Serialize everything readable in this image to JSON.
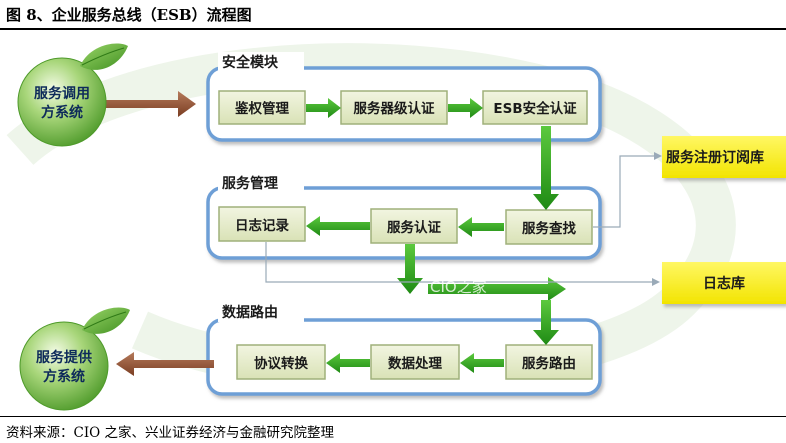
{
  "header": {
    "title": "图 8、企业服务总线（ESB）流程图"
  },
  "footer": {
    "source": "资料来源：CIO 之家、兴业证券经济与金融研究院整理"
  },
  "sections": {
    "security": {
      "label": "安全模块"
    },
    "service_mgmt": {
      "label": "服务管理"
    },
    "data_routing": {
      "label": "数据路由"
    }
  },
  "nodes": {
    "consumer": {
      "line1": "服务调用",
      "line2": "方系统"
    },
    "provider": {
      "line1": "服务提供",
      "line2": "方系统"
    },
    "authz": {
      "label": "鉴权管理"
    },
    "service_cert": {
      "label": "服务器级认证"
    },
    "esb_cert": {
      "label": "ESB安全认证"
    },
    "service_lookup": {
      "label": "服务查找"
    },
    "service_auth": {
      "label": "服务认证"
    },
    "logging": {
      "label": "日志记录"
    },
    "service_route": {
      "label": "服务路由"
    },
    "data_proc": {
      "label": "数据处理"
    },
    "protocol_conv": {
      "label": "协议转换"
    },
    "registry": {
      "label": "服务注册订阅库"
    },
    "log_db": {
      "label": "日志库"
    }
  },
  "watermark": "CIO之家",
  "colors": {
    "green_arrow": "#2e9e1f",
    "green_arrow_dark": "#1c7a12",
    "box_fill": "#e6eccd",
    "box_stroke": "#9fb07a",
    "panel_stroke": "#6e9fd6",
    "yellow": "#fff200",
    "brown_arrow": "#8a4a2e",
    "ball_green": "#5ea833"
  }
}
